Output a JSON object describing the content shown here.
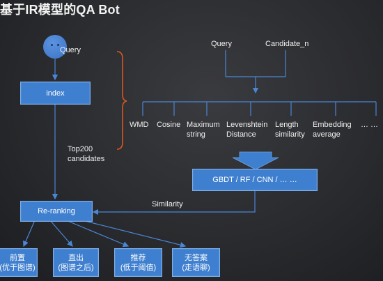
{
  "title": "基于IR模型的QA Bot",
  "left": {
    "query": "Query",
    "index": "index",
    "top_candidates": [
      "Top200",
      "candidates"
    ],
    "reranking": "Re-ranking"
  },
  "right": {
    "query": "Query",
    "candidate": "Candidate_n",
    "features": [
      [
        "WMD"
      ],
      [
        "Cosine"
      ],
      [
        "Maximum",
        "string"
      ],
      [
        "Levenshtein",
        "Distance"
      ],
      [
        "Length",
        "similarity"
      ],
      [
        "Embedding",
        "average"
      ],
      [
        "… …"
      ]
    ],
    "model": "GBDT / RF / CNN / … …",
    "similarity": "Similarity"
  },
  "outputs": [
    [
      "前置",
      "(优于图谱)"
    ],
    [
      "直出",
      "(图谱之后)"
    ],
    [
      "推荐",
      "(低于阈值)"
    ],
    [
      "无答案",
      "(走语聊)"
    ]
  ],
  "colors": {
    "box": "#3f7fcf",
    "line": "#4a86d6",
    "brace": "#d9571e",
    "arrow": "#3f7fcf"
  }
}
